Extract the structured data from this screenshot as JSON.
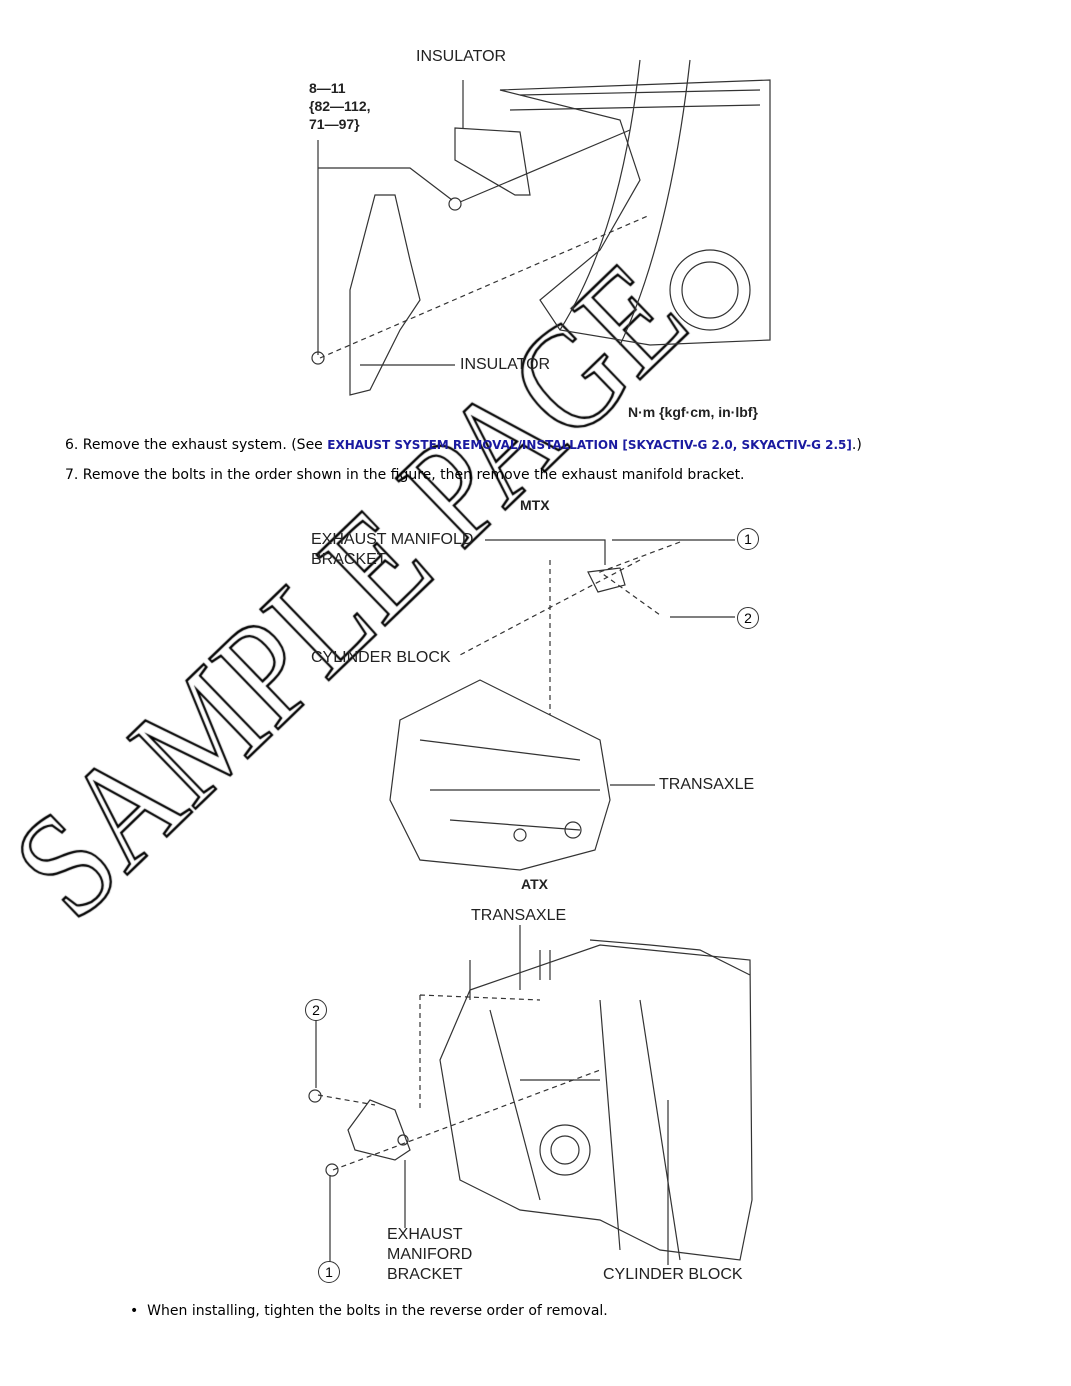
{
  "figure1": {
    "insulator_top": "INSULATOR",
    "torque_line1": "8—11",
    "torque_line2": "{82—112,",
    "torque_line3": "71—97}",
    "insulator_bottom": "INSULATOR",
    "units": "N·m {kgf·cm, in·lbf}"
  },
  "steps": [
    {
      "prefix": "6. Remove the exhaust system. (See ",
      "link": "EXHAUST SYSTEM REMOVAL/INSTALLATION [SKYACTIV-G 2.0, SKYACTIV-G 2.5]",
      "suffix": ".)"
    },
    {
      "text": "7. Remove the bolts in the order shown in the figure, then remove the exhaust manifold bracket."
    }
  ],
  "figure2": {
    "title": "MTX",
    "bracket_line1": "EXHAUST MANIFOLD",
    "bracket_line2": "BRACKET",
    "cylinder_block": "CYLINDER BLOCK",
    "transaxle": "TRANSAXLE",
    "bolt1": "1",
    "bolt2": "2"
  },
  "figure3": {
    "title": "ATX",
    "transaxle": "TRANSAXLE",
    "bracket_line1": "EXHAUST",
    "bracket_line2": "MANIFORD",
    "bracket_line3": "BRACKET",
    "cylinder_block": "CYLINDER BLOCK",
    "bolt1": "1",
    "bolt2": "2"
  },
  "note": "When installing, tighten the bolts in the reverse order of removal.",
  "watermark": "SAMPLE PAGE"
}
